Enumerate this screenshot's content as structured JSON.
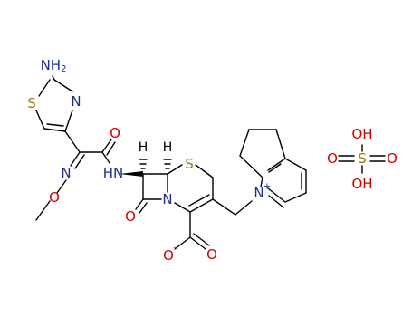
{
  "colors": {
    "nitrogen": "#1f2d8f",
    "oxygen": "#d40000",
    "sulfur": "#a07800",
    "carbon_bond": "#000000",
    "hydrogen": "#000000"
  },
  "labels": {
    "amine": "NH2",
    "amine_main": "NH",
    "amine_sub": "2",
    "thiazole_s": "S",
    "thiazole_n": "N",
    "amide_nh": "HN",
    "amide_o": "O",
    "oxime_n": "N",
    "methoxy_o": "O",
    "stereo_h1": "H",
    "stereo_h2": "H",
    "ring_s": "S",
    "lactam_n": "N",
    "lactam_o": "O",
    "carboxylate_o1": "O",
    "carboxylate_o2": "O",
    "carboxylate_charge": "-",
    "pyridinium_n": "N",
    "pyridinium_charge": "+",
    "sulfate_oh_top": "OH",
    "sulfate_s": "S",
    "sulfate_o_left": "O",
    "sulfate_o_right": "O",
    "sulfate_oh_bottom": "OH"
  }
}
